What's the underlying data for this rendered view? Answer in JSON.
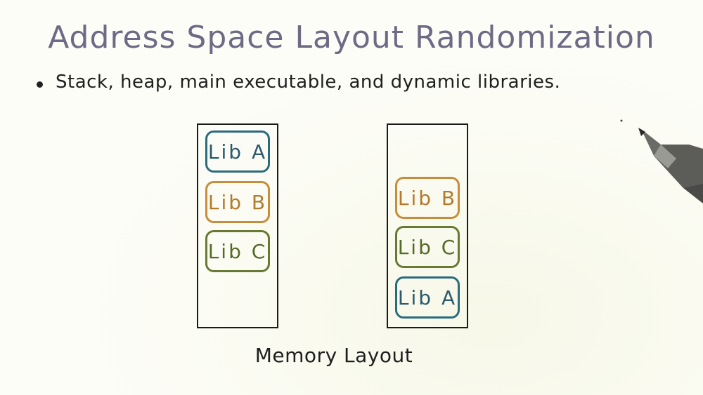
{
  "title": "Address Space Layout Randomization",
  "bullet": "Stack, heap, main executable, and dynamic libraries.",
  "caption": "Memory Layout",
  "colors": {
    "title": "#6e6a86",
    "lib_a": "#2a6b7c",
    "lib_b": "#c78c3c",
    "lib_c": "#667a33"
  },
  "left_column": {
    "libs": [
      "Lib A",
      "Lib B",
      "Lib C"
    ]
  },
  "right_column": {
    "libs": [
      "Lib B",
      "Lib C",
      "Lib A"
    ]
  },
  "icons": [
    "pen-icon"
  ]
}
